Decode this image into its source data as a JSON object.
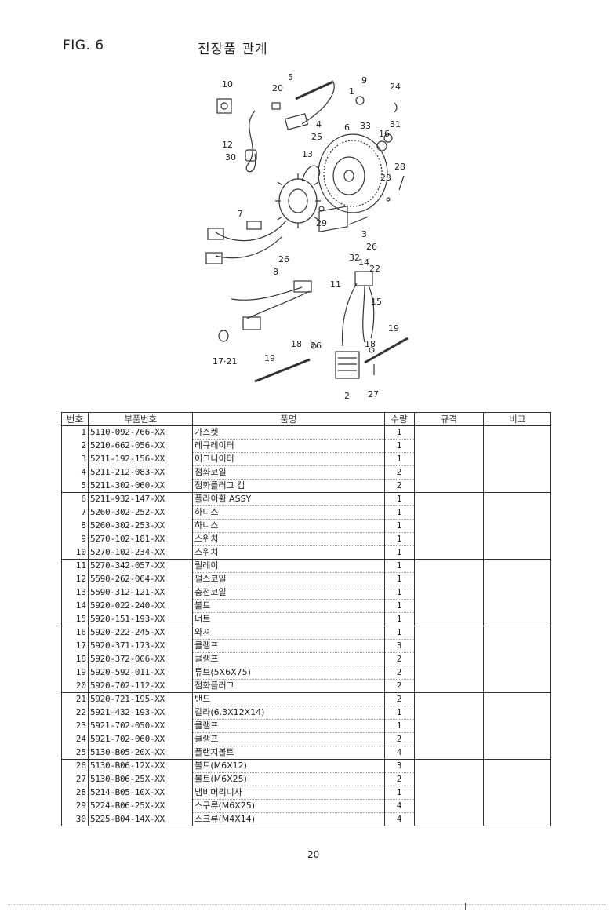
{
  "header": {
    "fig_label": "FIG. 6",
    "title": "전장품 관계"
  },
  "diagram": {
    "callouts": [
      "10",
      "20",
      "5",
      "9",
      "1",
      "24",
      "4",
      "25",
      "6",
      "33",
      "16",
      "31",
      "12",
      "30",
      "13",
      "23",
      "28",
      "7",
      "29",
      "3",
      "26",
      "26",
      "32",
      "14",
      "22",
      "8",
      "11",
      "15",
      "19",
      "18",
      "26",
      "17·21",
      "19",
      "18",
      "2",
      "27"
    ]
  },
  "table": {
    "headers": [
      "번호",
      "부품번호",
      "품명",
      "수량",
      "규격",
      "비고"
    ],
    "rows": [
      {
        "no": "1",
        "part": "5110-092-766-XX",
        "name": "가스켓",
        "qty": "1"
      },
      {
        "no": "2",
        "part": "5210-662-056-XX",
        "name": "레규레이터",
        "qty": "1"
      },
      {
        "no": "3",
        "part": "5211-192-156-XX",
        "name": "이그니이터",
        "qty": "1"
      },
      {
        "no": "4",
        "part": "5211-212-083-XX",
        "name": "점화코일",
        "qty": "2"
      },
      {
        "no": "5",
        "part": "5211-302-060-XX",
        "name": "점화플러그 캡",
        "qty": "2"
      },
      {
        "no": "6",
        "part": "5211-932-147-XX",
        "name": "플라이휠 ASSY",
        "qty": "1"
      },
      {
        "no": "7",
        "part": "5260-302-252-XX",
        "name": "하니스",
        "qty": "1"
      },
      {
        "no": "8",
        "part": "5260-302-253-XX",
        "name": "하니스",
        "qty": "1"
      },
      {
        "no": "9",
        "part": "5270-102-181-XX",
        "name": "스위치",
        "qty": "1"
      },
      {
        "no": "10",
        "part": "5270-102-234-XX",
        "name": "스위치",
        "qty": "1"
      },
      {
        "no": "11",
        "part": "5270-342-057-XX",
        "name": "릴레이",
        "qty": "1"
      },
      {
        "no": "12",
        "part": "5590-262-064-XX",
        "name": "펄스코일",
        "qty": "1"
      },
      {
        "no": "13",
        "part": "5590-312-121-XX",
        "name": "충전코일",
        "qty": "1"
      },
      {
        "no": "14",
        "part": "5920-022-240-XX",
        "name": "볼트",
        "qty": "1"
      },
      {
        "no": "15",
        "part": "5920-151-193-XX",
        "name": "너트",
        "qty": "1"
      },
      {
        "no": "16",
        "part": "5920-222-245-XX",
        "name": "와셔",
        "qty": "1"
      },
      {
        "no": "17",
        "part": "5920-371-173-XX",
        "name": "클램프",
        "qty": "3"
      },
      {
        "no": "18",
        "part": "5920-372-006-XX",
        "name": "클램프",
        "qty": "2"
      },
      {
        "no": "19",
        "part": "5920-592-011-XX",
        "name": "튜브(5X6X75)",
        "qty": "2"
      },
      {
        "no": "20",
        "part": "5920-702-112-XX",
        "name": "점화플러그",
        "qty": "2"
      },
      {
        "no": "21",
        "part": "5920-721-195-XX",
        "name": "밴드",
        "qty": "2"
      },
      {
        "no": "22",
        "part": "5921-432-193-XX",
        "name": "칼라(6.3X12X14)",
        "qty": "1"
      },
      {
        "no": "23",
        "part": "5921-702-050-XX",
        "name": "클램프",
        "qty": "1"
      },
      {
        "no": "24",
        "part": "5921-702-060-XX",
        "name": "클램프",
        "qty": "2"
      },
      {
        "no": "25",
        "part": "5130-B05-20X-XX",
        "name": "플랜지볼트",
        "qty": "4"
      },
      {
        "no": "26",
        "part": "5130-B06-12X-XX",
        "name": "볼트(M6X12)",
        "qty": "3"
      },
      {
        "no": "27",
        "part": "5130-B06-25X-XX",
        "name": "볼트(M6X25)",
        "qty": "2"
      },
      {
        "no": "28",
        "part": "5214-B05-10X-XX",
        "name": "냄비머리니사",
        "qty": "1"
      },
      {
        "no": "29",
        "part": "5224-B06-25X-XX",
        "name": "스구류(M6X25)",
        "qty": "4"
      },
      {
        "no": "30",
        "part": "5225-B04-14X-XX",
        "name": "스크류(M4X14)",
        "qty": "4"
      }
    ]
  },
  "footer": {
    "page_number": "20"
  }
}
